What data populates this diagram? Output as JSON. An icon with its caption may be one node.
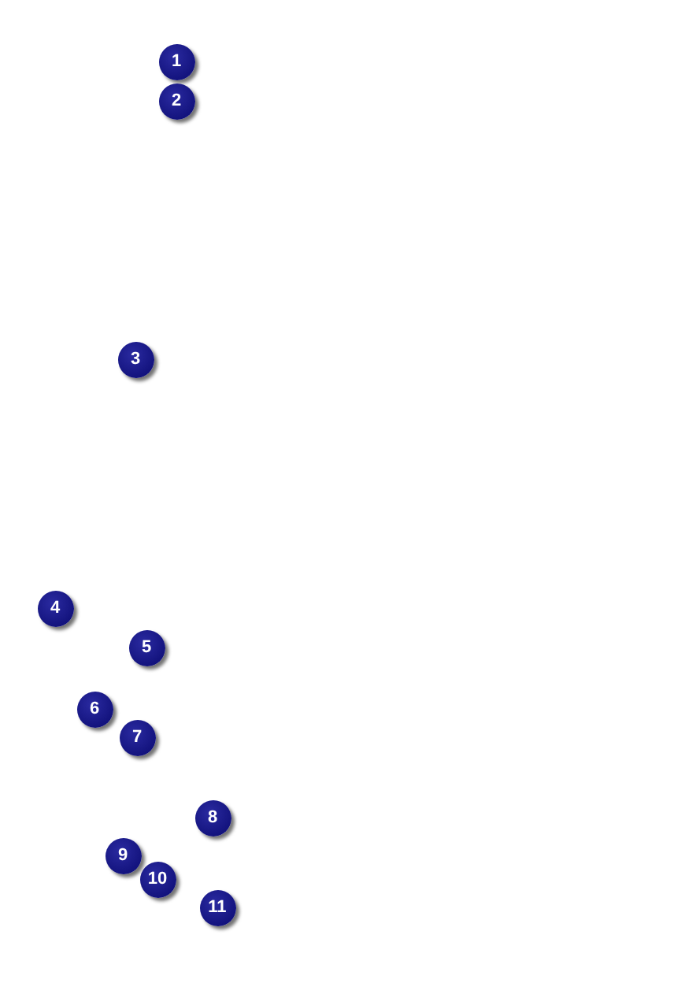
{
  "diagram": {
    "labels": [
      "1",
      "2",
      "3",
      "4",
      "5",
      "6",
      "7",
      "8",
      "9",
      "10",
      "11"
    ]
  }
}
